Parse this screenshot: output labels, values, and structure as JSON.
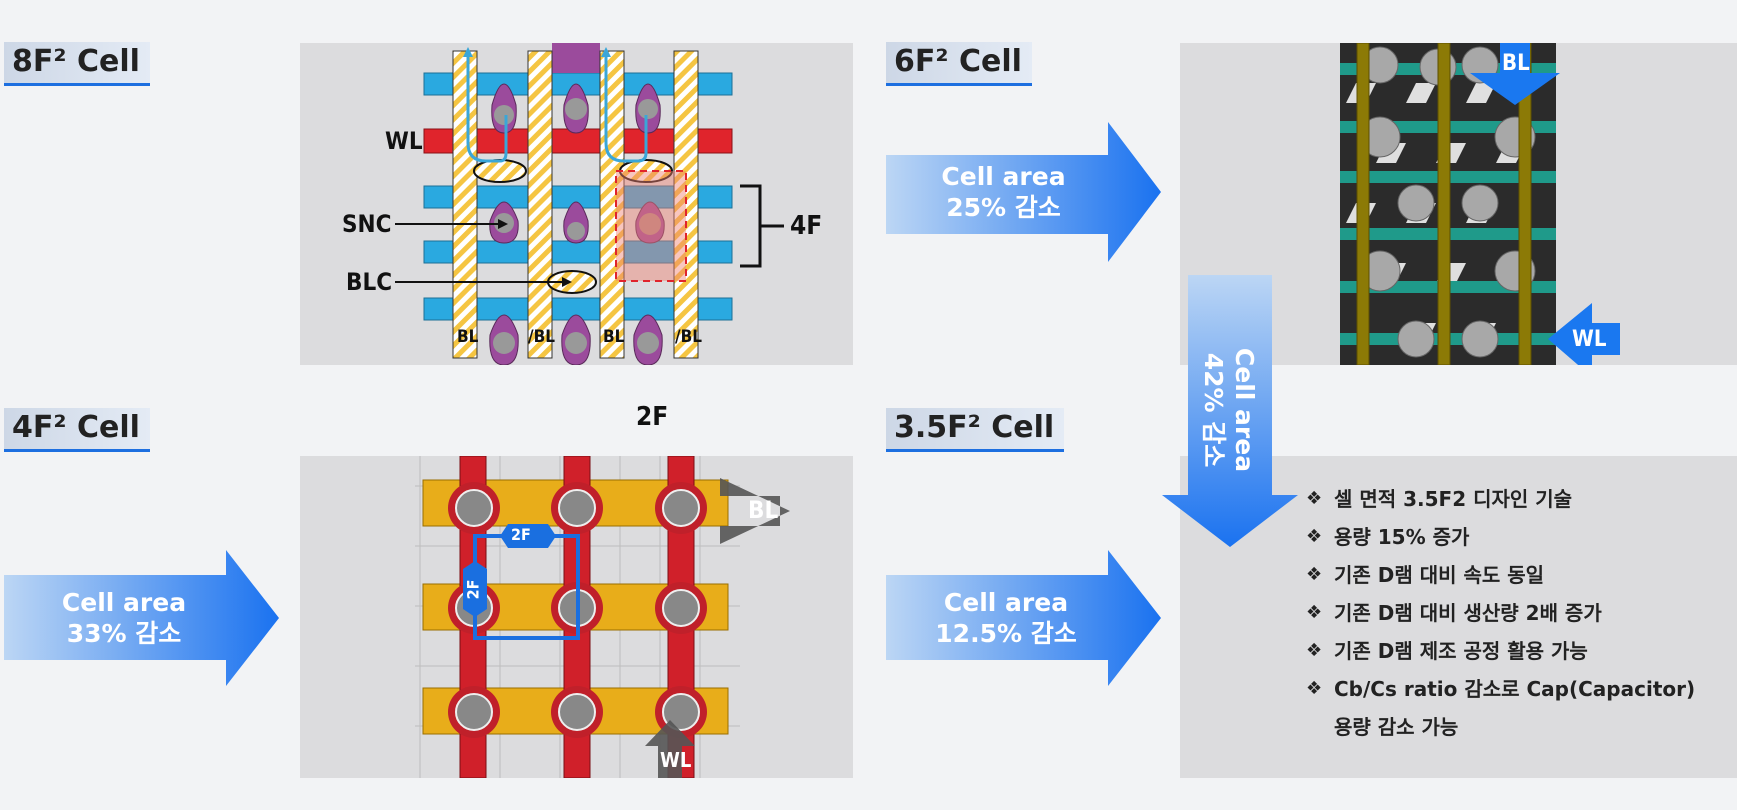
{
  "titles": {
    "cell_8f2": "8F² Cell",
    "cell_6f2": "6F² Cell",
    "cell_4f2": "4F² Cell",
    "cell_35f2": "3.5F² Cell"
  },
  "arrows": {
    "to_6f2": {
      "line1": "Cell area",
      "line2": "25% 감소"
    },
    "to_35f2_vertical": {
      "line1": "Cell area",
      "line2": "42% 감소"
    },
    "to_4f2": {
      "line1": "Cell area",
      "line2": "33% 감소"
    },
    "to_35f2": {
      "line1": "Cell area",
      "line2": "12.5% 감소"
    }
  },
  "diagram_8f2": {
    "wl": "WL",
    "snc": "SNC",
    "blc": "BLC",
    "four_f": "4F",
    "two_f": "2F",
    "bit_lines": [
      "BL",
      "/BL",
      "BL",
      "/BL"
    ]
  },
  "diagram_6f2": {
    "bl": "BL",
    "wl": "WL"
  },
  "diagram_4f2": {
    "bl": "BL",
    "wl": "WL",
    "two_f_h": "2F",
    "two_f_v": "2F"
  },
  "features": {
    "marker": "❖",
    "items": [
      "셀 면적 3.5F2 디자인 기술",
      "용량 15%  증가",
      "기존 D램 대비 속도 동일",
      "기존 D램 대비 생산량 2배 증가",
      "기존 D램  제조 공정 활용 가능",
      "Cb/Cs ratio 감소로 Cap(Capacitor)"
    ],
    "continuation": "용량 감소 가능"
  },
  "colors": {
    "accent_blue": "#1d6fe0",
    "wordline_red": "#e0242c",
    "bitline_yellow": "#f5c542",
    "plate_blue": "#2aa9e0",
    "contact_purple": "#9b4b9c"
  }
}
